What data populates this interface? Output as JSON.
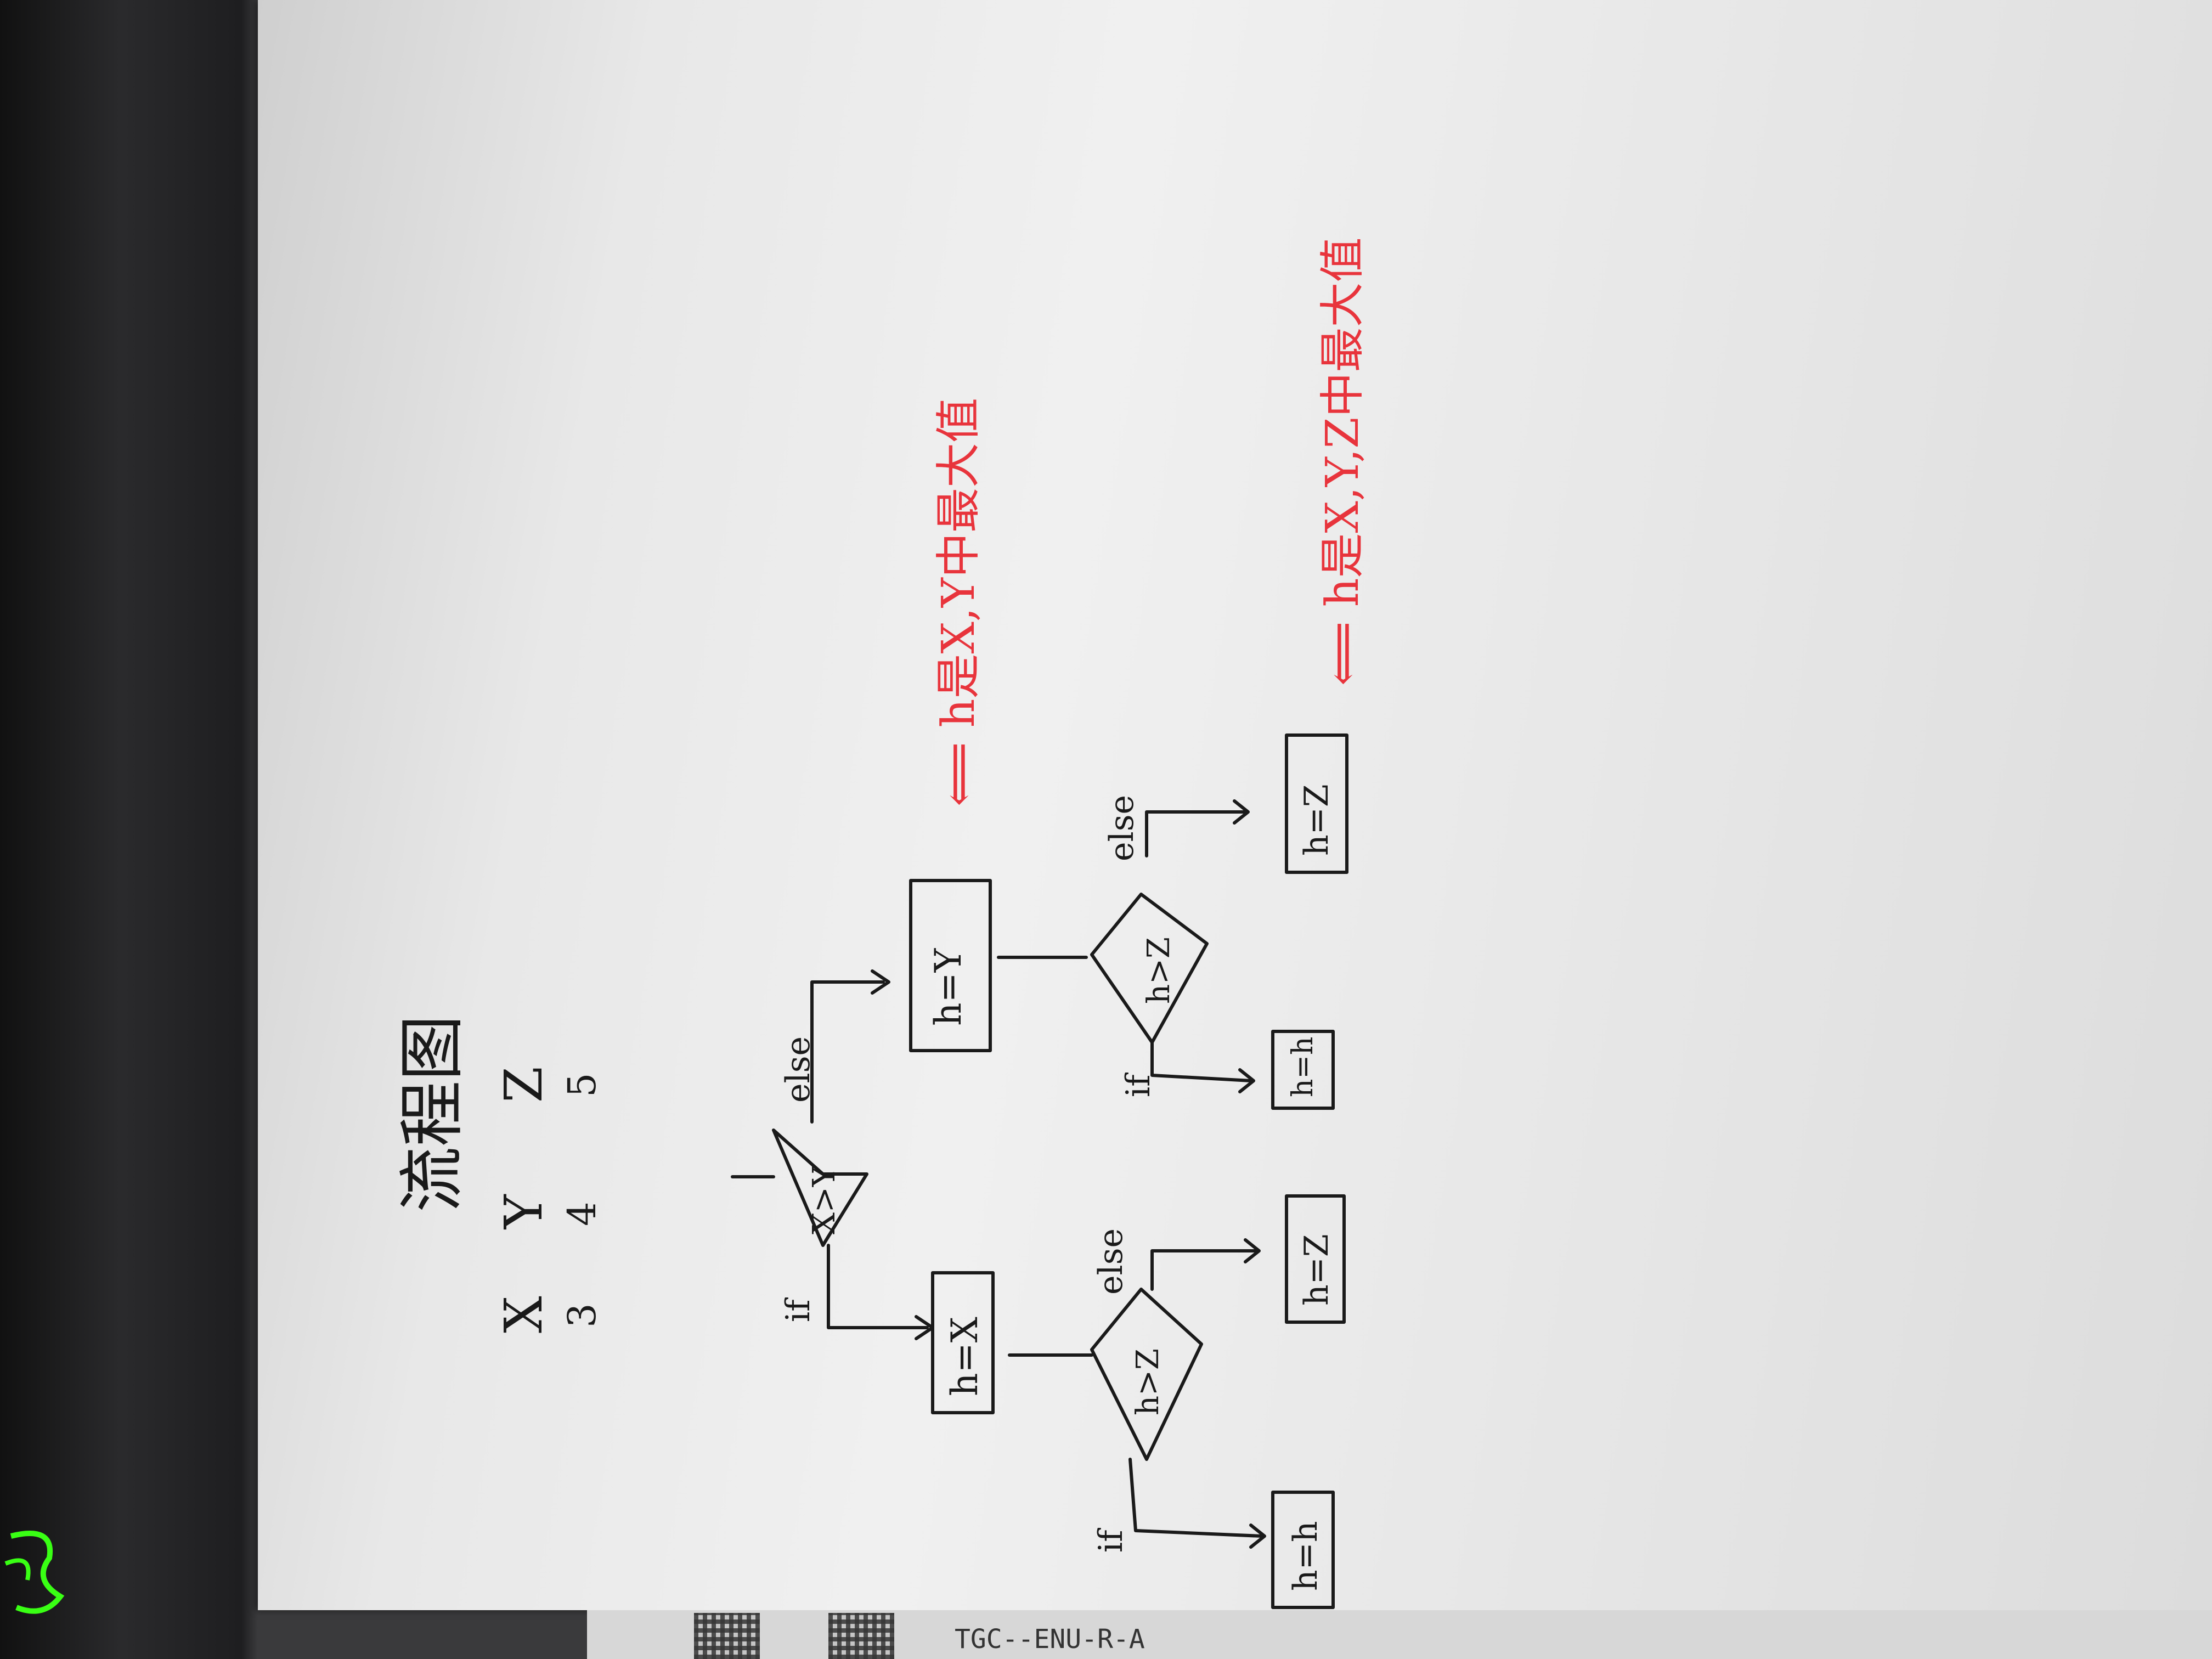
{
  "title": "流程图",
  "variables": {
    "names": [
      "X",
      "Y",
      "Z"
    ],
    "values": [
      "3",
      "4",
      "5"
    ]
  },
  "flowchart": {
    "condition_top": "X>Y",
    "condition_left": "h>Z",
    "condition_right": "h>Z",
    "branch_if": "if",
    "branch_else": "else",
    "box_hx": "h=X",
    "box_hy": "h=Y",
    "box_hh_1": "h=h",
    "box_hz_1": "h=Z",
    "box_hh_2": "h=h",
    "box_hz_2": "h=Z"
  },
  "annotations": {
    "note_1": "⟸ h是X,Y中最大值",
    "note_2": "⟸ h是X,Y,Z中最大值"
  },
  "device_label": "TGC--ENU-R-A",
  "colors": {
    "ink": "#1a1a1a",
    "annotation": "#e8343c",
    "paper": "#ececec"
  }
}
